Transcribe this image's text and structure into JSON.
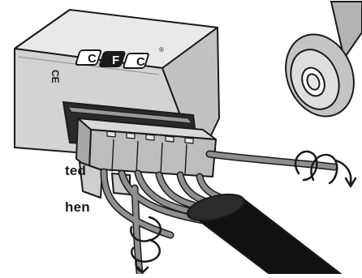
{
  "illustration": {
    "caption_lines": [
      "ted",
      "hen"
    ],
    "box_logo_letters": [
      "C",
      "F",
      "C"
    ],
    "registered_mark": "®",
    "side_mark": "CE",
    "colors": {
      "outline": "#1a1a1a",
      "box_top": "#e9e9e9",
      "box_front": "#cfcfcf",
      "connector": "#bdbdbd",
      "wire": "#8f8f8f",
      "sleeve": "#111111",
      "tape": "#b3b3b3"
    },
    "icons": [
      "twist-arrow-icon",
      "twist-arrow-icon"
    ]
  }
}
